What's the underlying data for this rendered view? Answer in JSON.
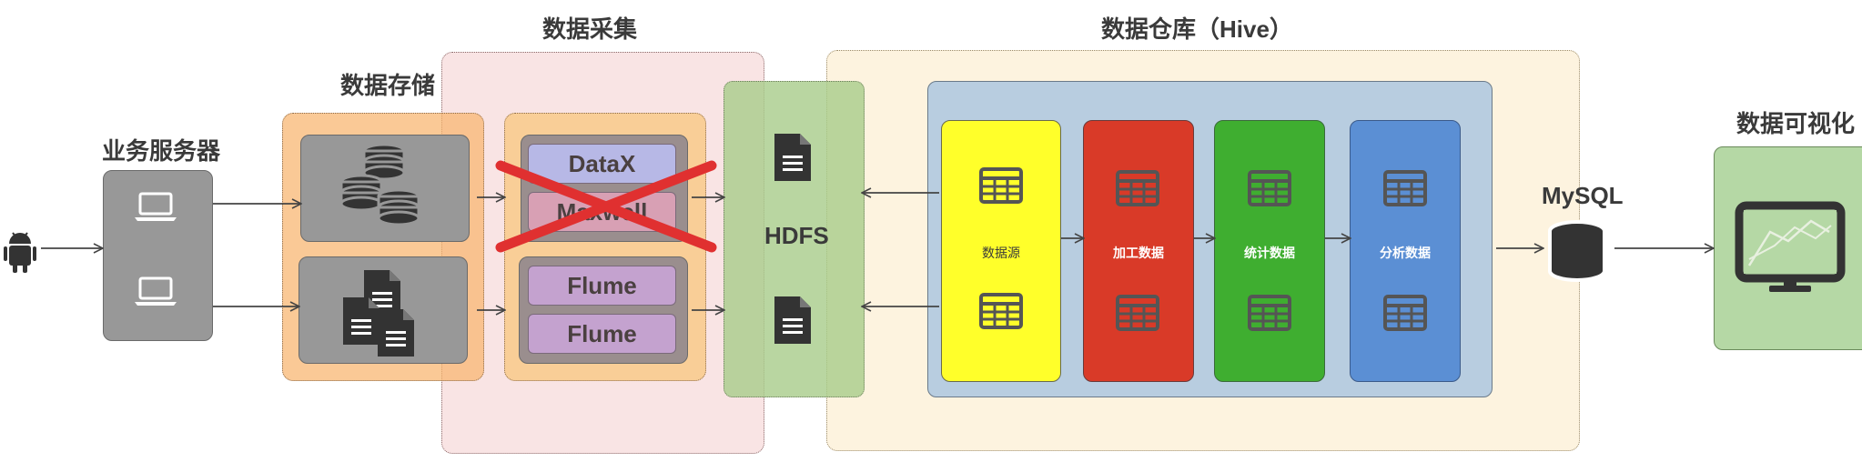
{
  "titles": {
    "business_servers": "业务服务器",
    "data_storage": "数据存储",
    "data_collection": "数据采集",
    "data_warehouse": "数据仓库（Hive）",
    "data_visualization": "数据可视化"
  },
  "tools": {
    "datax": "DataX",
    "maxwell": "Maxwell",
    "flume_1": "Flume",
    "flume_2": "Flume"
  },
  "hdfs": "HDFS",
  "mysql": "MySQL",
  "warehouse_columns": [
    {
      "label": "数据源",
      "color": "#ffff2a"
    },
    {
      "label": "加工数据",
      "color": "#d93a28"
    },
    {
      "label": "统计数据",
      "color": "#3fae30"
    },
    {
      "label": "分析数据",
      "color": "#5b8fd4"
    }
  ],
  "colors": {
    "storage_bg": "#f9c78f",
    "collection_bg": "#f7e0e0",
    "hdfs_bg": "#b7d7a0",
    "warehouse_bg": "#fdf3df",
    "warehouse_inner": "#b8cde0",
    "visualization_bg": "#b5d8a5",
    "cross_mark": "#e03030"
  }
}
